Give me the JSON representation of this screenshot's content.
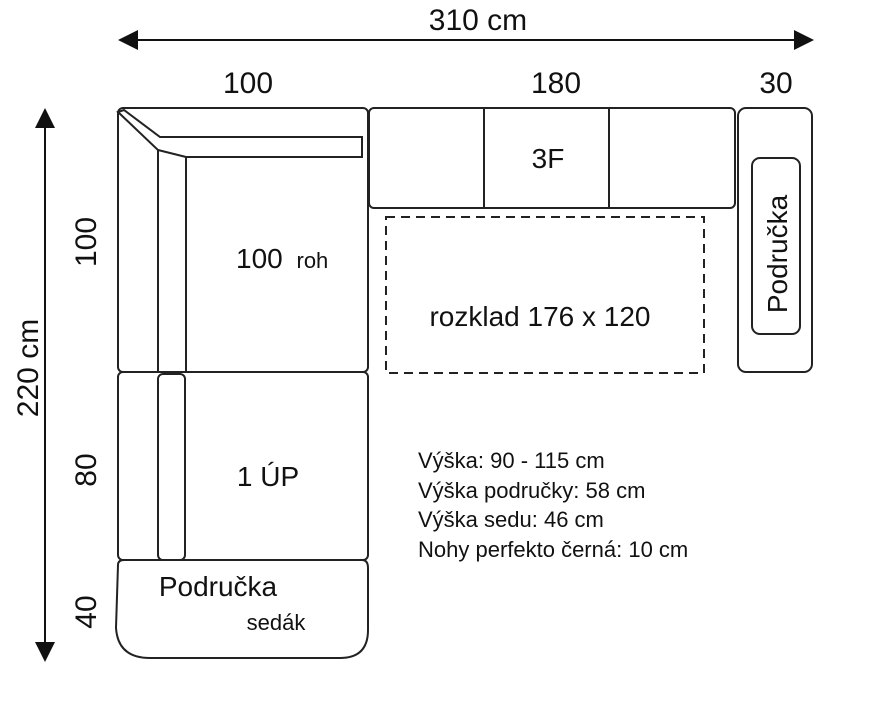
{
  "dimensions": {
    "total_width": "310 cm",
    "total_height": "220 cm",
    "top_segment_1": "100",
    "top_segment_2": "180",
    "top_segment_3": "30",
    "left_segment_1": "100",
    "left_segment_2": "80",
    "left_segment_3": "40"
  },
  "modules": {
    "corner": "100",
    "corner_suffix": "roh",
    "middle": "1 ÚP",
    "top": "3F",
    "right_armrest": "Područka",
    "bottom_armrest": "Područka",
    "bottom_armrest_sub": "sedák",
    "bed": "rozklad 176 x 120"
  },
  "specs": [
    "Výška: 90 - 115 cm",
    "Výška područky: 58 cm",
    "Výška sedu: 46 cm",
    "Nohy perfekto černá: 10 cm"
  ]
}
